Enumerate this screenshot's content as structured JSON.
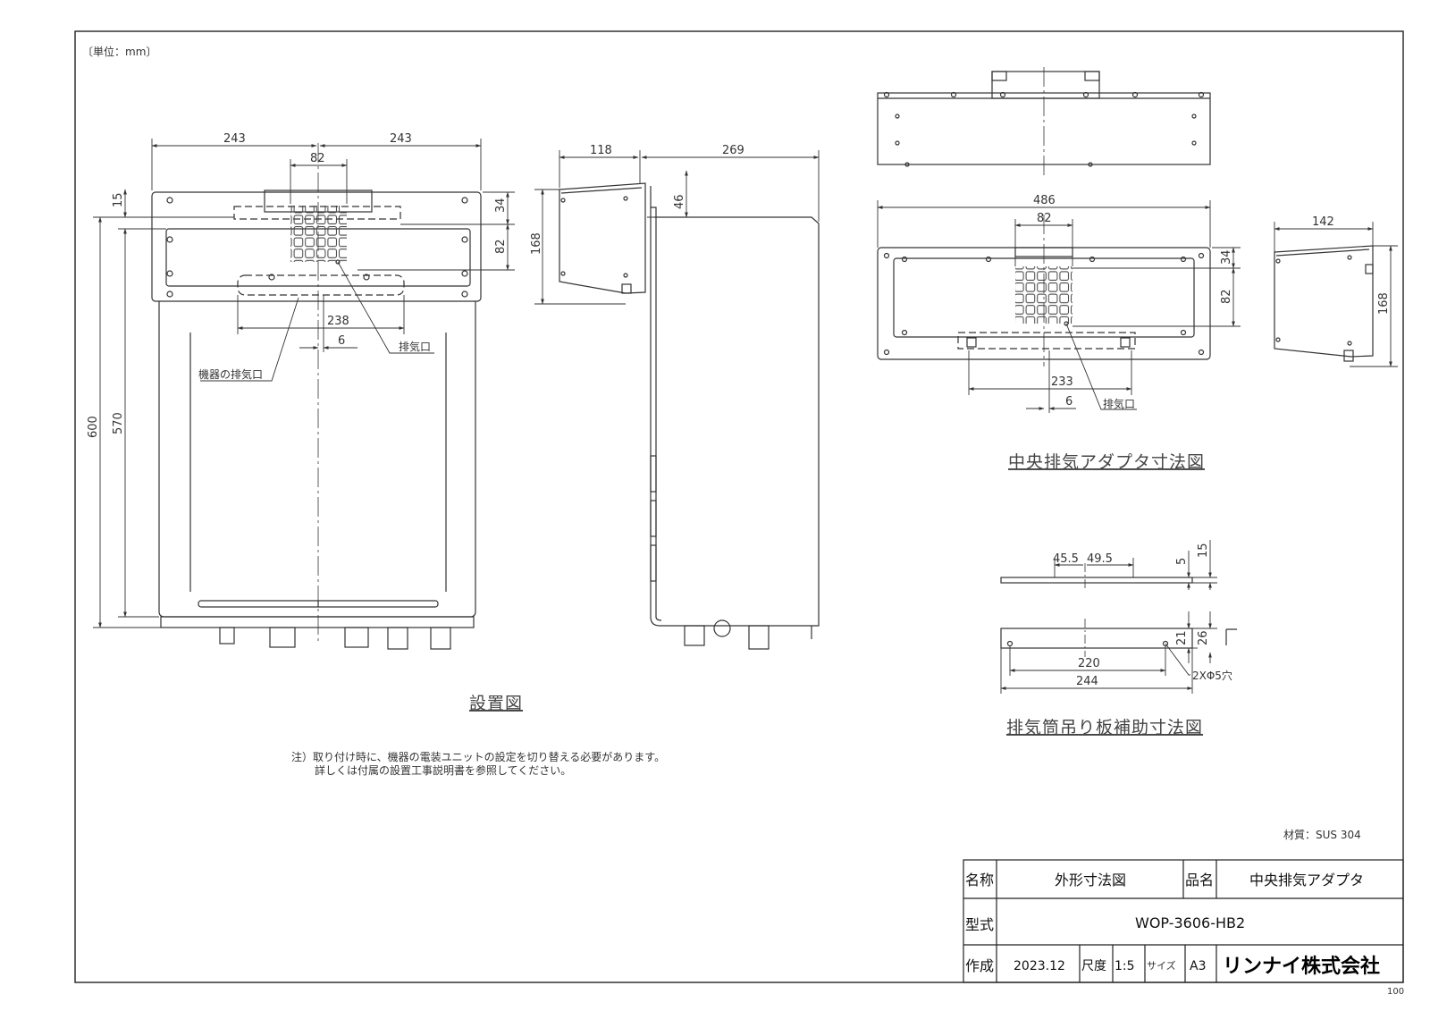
{
  "unit_note": "〔単位：mm〕",
  "install": {
    "caption": "設置図",
    "dims": {
      "w_left": "243",
      "w_right": "243",
      "adapter_w": "82",
      "h_15": "15",
      "h_34": "34",
      "h_82": "82",
      "total_h": "600",
      "body_h": "570",
      "w_238": "238",
      "off_6": "6"
    },
    "label_exhaust": "排気口",
    "label_unit_exhaust": "機器の排気口"
  },
  "side": {
    "dims": {
      "d_118": "118",
      "d_269": "269",
      "h_168": "168",
      "h_46": "46"
    }
  },
  "adapter": {
    "caption": "中央排気アダプタ寸法図",
    "dims": {
      "w_486": "486",
      "w_82": "82",
      "h_34": "34",
      "h_82": "82",
      "w_233": "233",
      "off_6": "6",
      "w_142": "142",
      "h_168": "168"
    },
    "label_exhaust": "排気口"
  },
  "aux": {
    "caption": "排気筒吊り板補助寸法図",
    "dims": {
      "a_455": "45.5",
      "a_495": "49.5",
      "a_5": "5",
      "a_15": "15",
      "a_21": "21",
      "a_26": "26",
      "a_220": "220",
      "a_244": "244",
      "a_holes": "2XΦ5穴"
    }
  },
  "notes": {
    "line1": "注）取り付け時に、機器の電装ユニットの設定を切り替える必要があります。",
    "line2": "詳しくは付属の設置工事説明書を参照してください。"
  },
  "material": "材質：SUS 304",
  "title_block": {
    "name_label": "名称",
    "name_value": "外形寸法図",
    "product_label": "品名",
    "product_value": "中央排気アダプタ",
    "model_label": "型式",
    "model_value": "WOP-3606-HB2",
    "made_label": "作成",
    "made_value": "2023.12",
    "scale_label": "尺度",
    "scale_value": "1:5",
    "size_label": "サイズ",
    "size_value": "A3",
    "company": "リンナイ株式会社"
  },
  "page_number": "100"
}
